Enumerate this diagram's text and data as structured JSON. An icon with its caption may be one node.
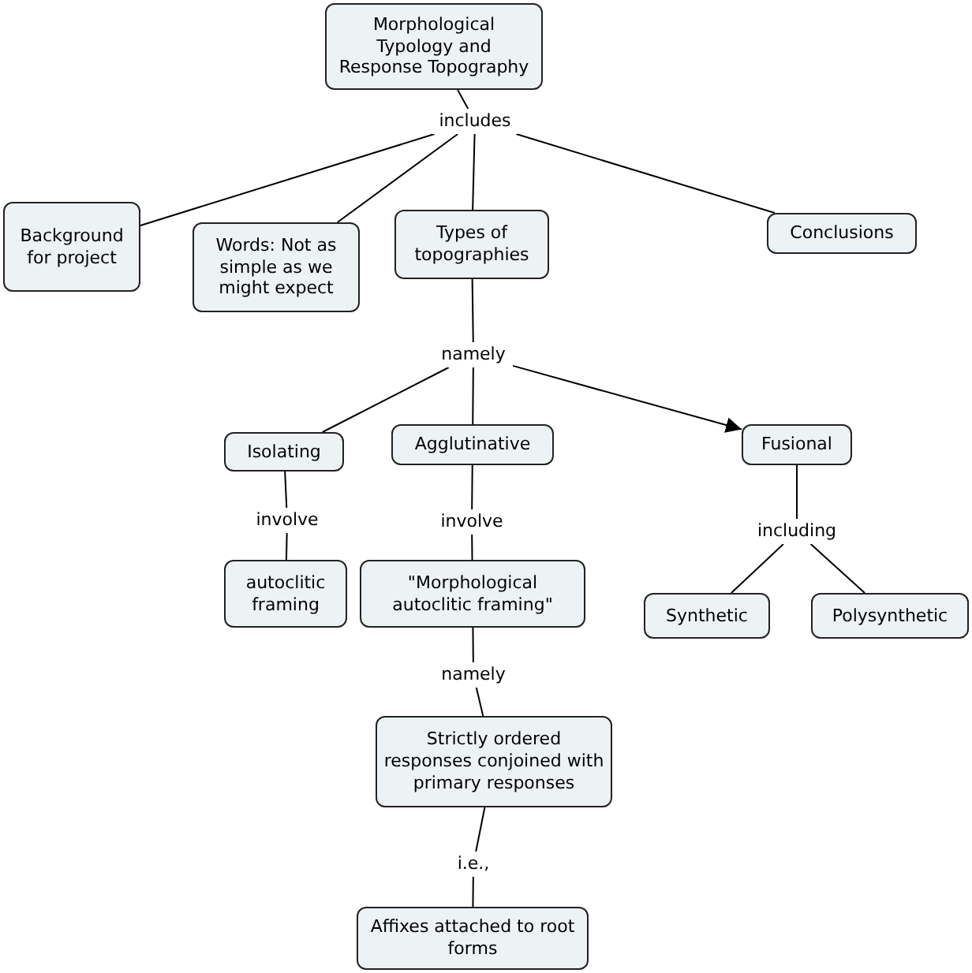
{
  "diagram": {
    "nodes": [
      {
        "text": [
          "Morphological Typology and Response Topography"
        ]
      },
      {
        "text": [
          "includes"
        ]
      },
      {
        "text": [
          "Background for project"
        ]
      },
      {
        "text": [
          "Words: Not as simple as we might expect"
        ]
      },
      {
        "text": [
          "Types of topographies"
        ]
      },
      {
        "text": [
          "Conclusions"
        ]
      },
      {
        "text": [
          "namely"
        ]
      },
      {
        "text": [
          "Isolating"
        ]
      },
      {
        "text": [
          "Agglutinative"
        ]
      },
      {
        "text": [
          "Fusional"
        ]
      },
      {
        "text": [
          "involve"
        ]
      },
      {
        "text": [
          "involve"
        ]
      },
      {
        "text": [
          "including"
        ]
      },
      {
        "text": [
          "autoclitic framing"
        ]
      },
      {
        "text": [
          "\"Morphological autoclitic framing\""
        ]
      },
      {
        "text": [
          "Synthetic"
        ]
      },
      {
        "text": [
          "Polysynthetic"
        ]
      },
      {
        "text": [
          "namely"
        ]
      },
      {
        "text": [
          "Strictly ordered responses conjoined with primary responses"
        ]
      },
      {
        "text": [
          "i.e.,"
        ]
      },
      {
        "text": [
          "Affixes attached to root forms"
        ]
      }
    ],
    "edges": [
      {
        "from": 0,
        "to": 1,
        "arrow": "none"
      },
      {
        "from": 1,
        "to": 2,
        "arrow": "none"
      },
      {
        "from": 1,
        "to": 3,
        "arrow": "none"
      },
      {
        "from": 1,
        "to": 4,
        "arrow": "none"
      },
      {
        "from": 1,
        "to": 5,
        "arrow": "none"
      },
      {
        "from": 4,
        "to": 6,
        "arrow": "none"
      },
      {
        "from": 6,
        "to": 7,
        "arrow": "none"
      },
      {
        "from": 6,
        "to": 8,
        "arrow": "none"
      },
      {
        "from": 6,
        "to": 9,
        "arrow": "to"
      },
      {
        "from": 7,
        "to": 10,
        "arrow": "none"
      },
      {
        "from": 10,
        "to": 13,
        "arrow": "none"
      },
      {
        "from": 8,
        "to": 11,
        "arrow": "none"
      },
      {
        "from": 11,
        "to": 14,
        "arrow": "none"
      },
      {
        "from": 9,
        "to": 12,
        "arrow": "none"
      },
      {
        "from": 12,
        "to": 15,
        "arrow": "none"
      },
      {
        "from": 12,
        "to": 16,
        "arrow": "none"
      },
      {
        "from": 14,
        "to": 17,
        "arrow": "none"
      },
      {
        "from": 17,
        "to": 18,
        "arrow": "none"
      },
      {
        "from": 18,
        "to": 19,
        "arrow": "none"
      },
      {
        "from": 19,
        "to": 20,
        "arrow": "none"
      }
    ]
  }
}
